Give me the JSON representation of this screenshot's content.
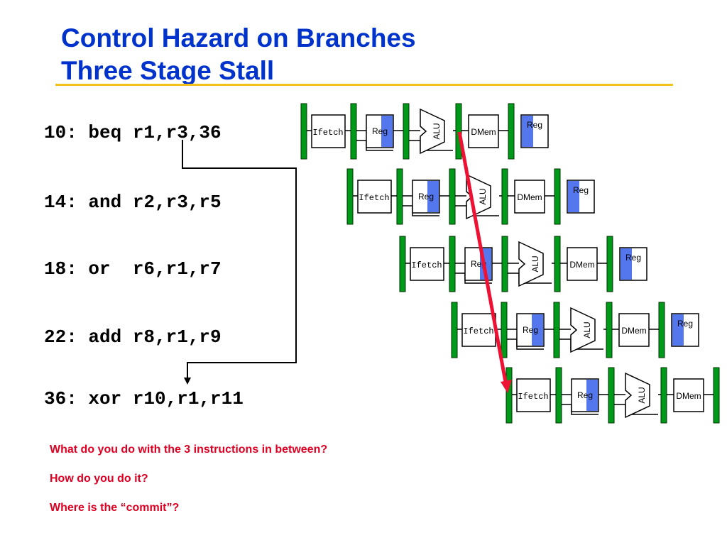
{
  "title": {
    "line1": "Control Hazard on Branches",
    "line2": "Three Stage Stall"
  },
  "instructions": [
    {
      "text": "10: beq r1,r3,36"
    },
    {
      "text": "14: and r2,r3,r5"
    },
    {
      "text": "18: or  r6,r1,r7"
    },
    {
      "text": "22: add r8,r1,r9"
    },
    {
      "text": "36: xor r10,r1,r11"
    }
  ],
  "questions": [
    "What do you do with the 3 instructions in between?",
    "How do you do it?",
    "Where is the “commit”?"
  ],
  "pipeline": {
    "stages": {
      "fetch": "Ifetch",
      "reg": "Reg",
      "alu": "ALU",
      "mem": "DMem",
      "wb": "Reg"
    },
    "colors": {
      "latch": "#009a1a",
      "reg_fill": "#5577ee",
      "arrow": "#ee1133",
      "title": "#0033cc",
      "rule": "#f2c318",
      "question": "#dd0022"
    }
  }
}
